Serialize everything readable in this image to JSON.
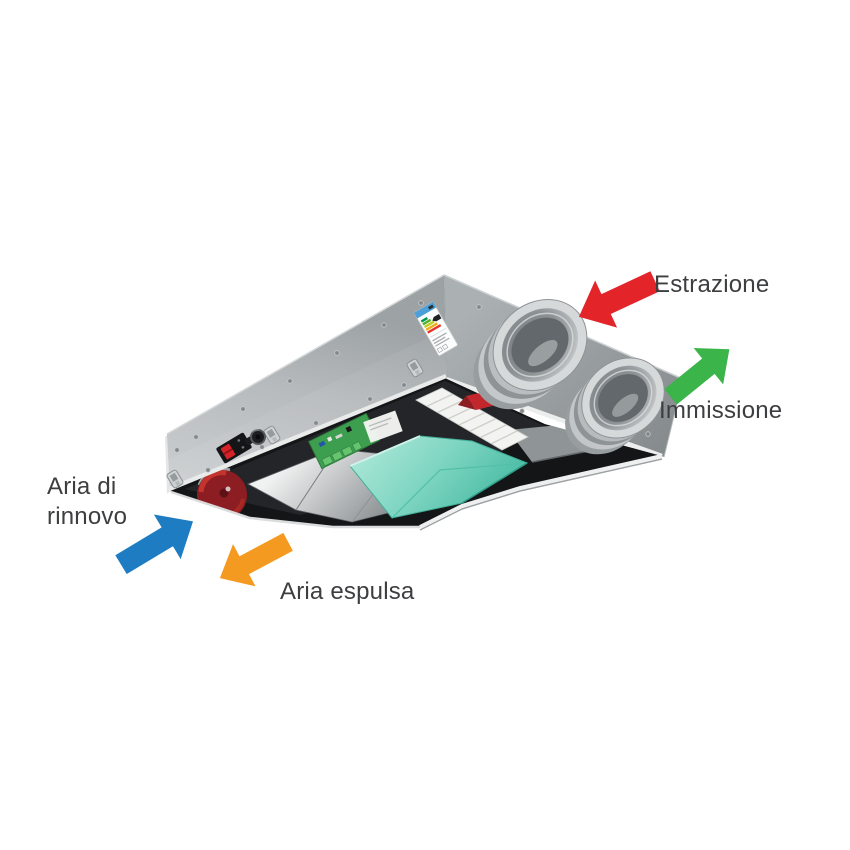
{
  "background_color": "#ffffff",
  "text_color": "#3d3e40",
  "annotations": {
    "estrazione": {
      "label": "Estrazione",
      "arrow_color": "#e32429",
      "arrow_direction": "down-left"
    },
    "immissione": {
      "label": "Immissione",
      "arrow_color": "#3bb44a",
      "arrow_direction": "up-right"
    },
    "aria_rinnovo": {
      "line1": "Aria di",
      "line2": "rinnovo",
      "arrow_color": "#1e7dc2",
      "arrow_direction": "up-right"
    },
    "aria_espulsa": {
      "label": "Aria espulsa",
      "arrow_color": "#f59a20",
      "arrow_direction": "down-left"
    }
  },
  "unit": {
    "type": "ducted-heat-recovery-ventilation-unit",
    "colors": {
      "casing_light": "#cbced0",
      "casing_mid": "#b0b4b6",
      "casing_dark": "#878c8f",
      "interior_cavity": "#141517",
      "heat_exchanger": "#7ed5c1",
      "filter": "#f3f4f1",
      "control_pcb": "#3e9e4f",
      "fan_impeller": "#c1272d",
      "duct_flange": "#d6d9da",
      "energy_label_header": "#4d9fd8",
      "power_switch_red": "#d42328"
    }
  }
}
